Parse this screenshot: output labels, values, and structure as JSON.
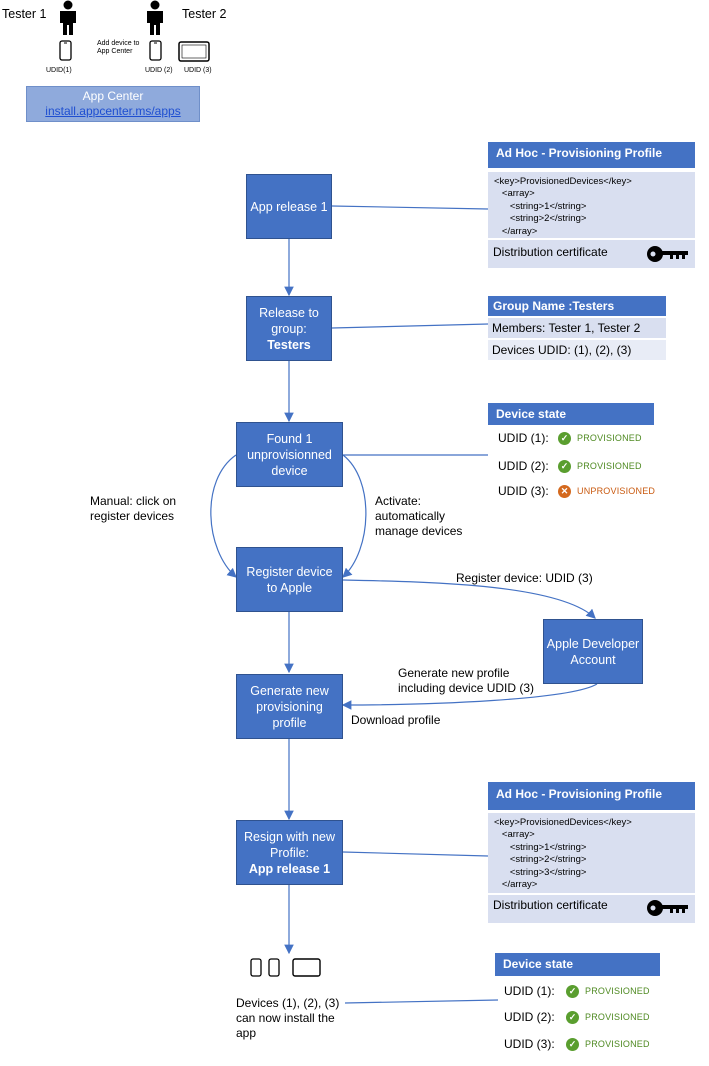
{
  "top": {
    "tester1_label": "Tester 1",
    "tester2_label": "Tester 2",
    "add_device_note": "Add device to App Center",
    "udid1_label": "UDID(1)",
    "udid2_label": "UDID (2)",
    "udid3_label": "UDID (3)",
    "appcenter_title": "App Center",
    "appcenter_link": "install.appcenter.ms/apps"
  },
  "flow": {
    "app_release": "App release 1",
    "release_group_line1": "Release to",
    "release_group_line2": "group:",
    "release_group_line3": "Testers",
    "found_line1": "Found 1",
    "found_line2": "unprovisionned",
    "found_line3": "device",
    "register_line1": "Register device",
    "register_line2": "to Apple",
    "generate_line1": "Generate new",
    "generate_line2": "provisioning",
    "generate_line3": "profile",
    "resign_line1": "Resign with new",
    "resign_line2": "Profile:",
    "resign_line3": "App release 1",
    "apple_dev_line1": "Apple Developer",
    "apple_dev_line2": "Account",
    "devices_note_line1": "Devices (1), (2), (3)",
    "devices_note_line2": "can now install the",
    "devices_note_line3": "app"
  },
  "edge_labels": {
    "manual_line1": "Manual: click on",
    "manual_line2": "register devices",
    "activate_line1": "Activate:",
    "activate_line2": "automatically",
    "activate_line3": "manage devices",
    "register_udid": "Register device: UDID (3)",
    "generate_line1": "Generate new profile",
    "generate_line2": "including device UDID (3)",
    "download": "Download profile"
  },
  "profile1": {
    "title": "Ad Hoc - Provisioning Profile",
    "code": "<key>ProvisionedDevices</key>\n   <array>\n      <string>1</string>\n      <string>2</string>\n   </array>",
    "cert": "Distribution certificate"
  },
  "group": {
    "title": "Group Name :Testers",
    "members": "Members: Tester 1, Tester 2",
    "devices": "Devices UDID: (1), (2), (3)"
  },
  "state1": {
    "title": "Device state",
    "rows": [
      {
        "udid": "UDID (1):",
        "status": "PROVISIONED"
      },
      {
        "udid": "UDID (2):",
        "status": "PROVISIONED"
      },
      {
        "udid": "UDID (3):",
        "status": "UNPROVISIONED"
      }
    ]
  },
  "profile2": {
    "title": "Ad Hoc - Provisioning Profile",
    "code": "<key>ProvisionedDevices</key>\n   <array>\n      <string>1</string>\n      <string>2</string>\n      <string>3</string>\n   </array>",
    "cert": "Distribution certificate"
  },
  "state2": {
    "title": "Device state",
    "rows": [
      {
        "udid": "UDID (1):",
        "status": "PROVISIONED"
      },
      {
        "udid": "UDID (2):",
        "status": "PROVISIONED"
      },
      {
        "udid": "UDID (3):",
        "status": "PROVISIONED"
      }
    ]
  },
  "colors": {
    "process_fill": "#4472c4",
    "panel_fill": "#d9dff0",
    "provisioned": "#5a9e2f",
    "unprovisioned": "#d4691e"
  }
}
